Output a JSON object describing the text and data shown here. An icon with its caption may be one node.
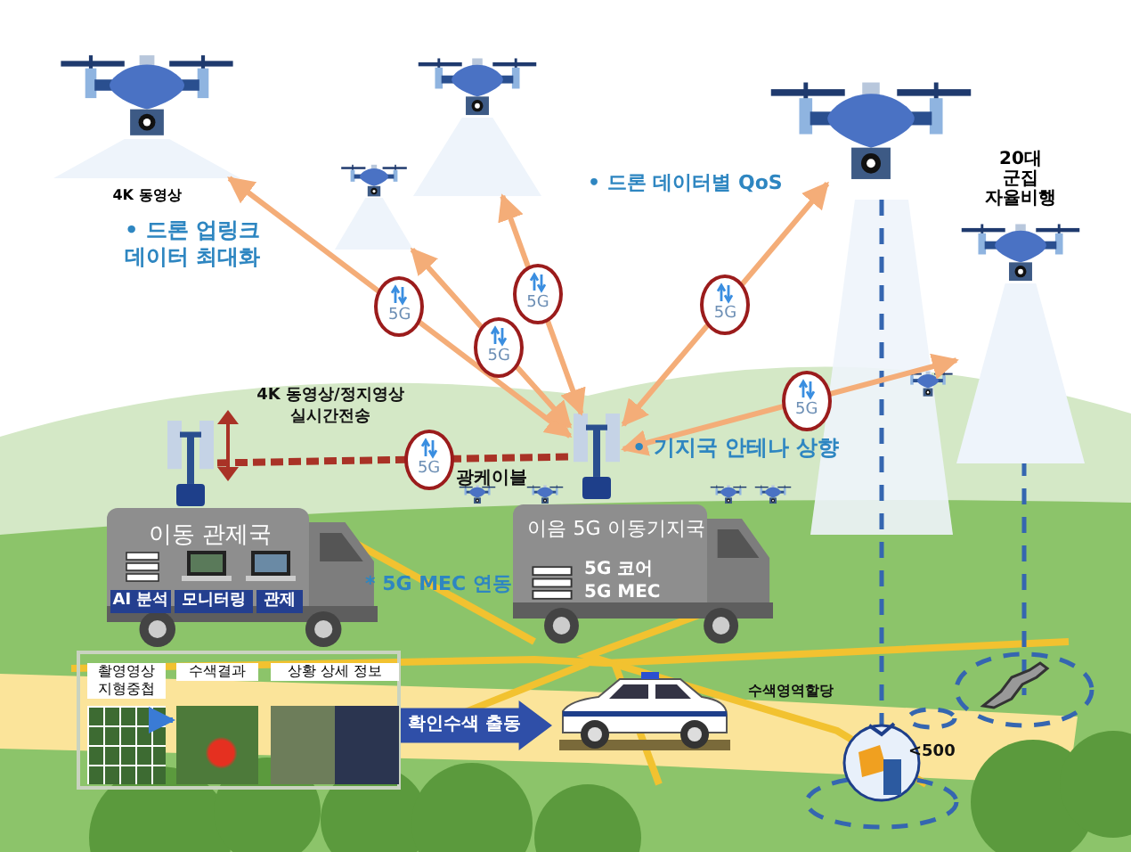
{
  "diagram": {
    "nodes": [
      {
        "text": [],
        "shape": "picture",
        "beside": [
          "4K 동영상"
        ]
      },
      {
        "text": [],
        "shape": "picture"
      },
      {
        "text": [],
        "shape": "picture"
      },
      {
        "text": [],
        "shape": "picture"
      },
      {
        "text": [],
        "shape": "picture",
        "beside": [
          "20대 군집 자율비행"
        ]
      },
      {
        "text": [],
        "shape": "picture"
      },
      {
        "text": [
          "이동 관제국",
          "AI 분석",
          "모니터링",
          "관제"
        ]
      },
      {
        "text": [
          "이음 5G 이동기지국",
          "5G 코어 5G MEC"
        ]
      },
      {
        "text": [],
        "shape": "picture"
      },
      {
        "text": [],
        "shape": "box"
      },
      {
        "text": [
          "촬영영상 지형중첩"
        ],
        "in": 9
      },
      {
        "text": [
          "수색결과"
        ],
        "in": 9
      },
      {
        "text": [
          "상황 상세 정보"
        ],
        "in": 9
      },
      {
        "text": [
          "확인수색 출동"
        ]
      },
      {
        "text": [],
        "shape": "picture"
      }
    ],
    "edges": [
      {
        "from": 5,
        "to": 0,
        "arrow": "both",
        "label": "5G"
      },
      {
        "from": 5,
        "to": 1,
        "arrow": "both",
        "label": "5G"
      },
      {
        "from": 5,
        "to": 2,
        "arrow": "both",
        "label": "5G"
      },
      {
        "from": 5,
        "to": 3,
        "arrow": "both",
        "label": "5G"
      },
      {
        "from": 5,
        "to": 4,
        "arrow": "both",
        "label": "5G"
      },
      {
        "from": 8,
        "to": 5,
        "arrow": "none",
        "label": "5G",
        "style": "dashed",
        "color": "#a93226"
      },
      {
        "from": 10,
        "to": 11,
        "arrow": "to",
        "color": "#3a7bd5"
      }
    ],
    "labels": [
      "• 드론 업링크 데이터 최대화",
      "• 드론 데이터별 QoS",
      "4K 동영상/정지영상 실시간전송",
      "광케이블",
      "• 기지국 안테나 상향",
      "* 5G MEC 연동",
      "수색영역할당",
      "<500"
    ]
  }
}
